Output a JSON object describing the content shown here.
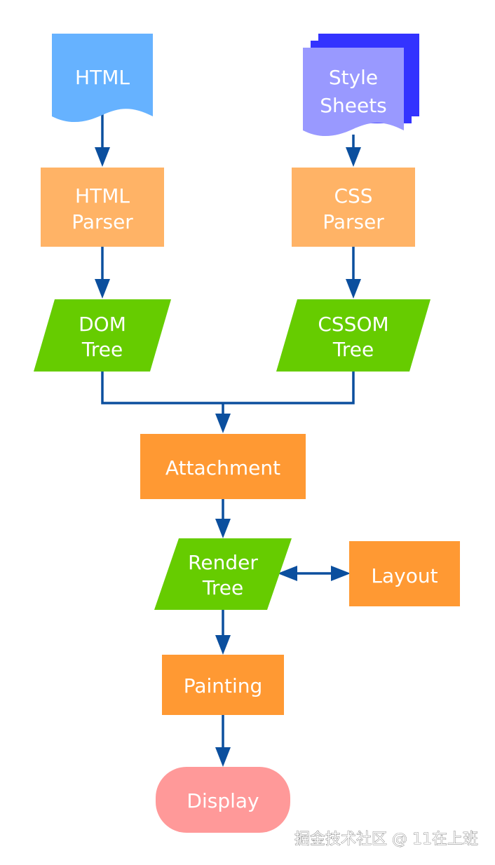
{
  "colors": {
    "document": "#66b2ff",
    "stylesheet_front": "#9999ff",
    "stylesheet_back": "#3333ff",
    "parser": "#ffb366",
    "tree": "#66cc00",
    "process": "#ff9933",
    "terminal": "#ff9999",
    "edge": "#0b4f9e",
    "text": "#ffffff"
  },
  "nodes": {
    "html_doc": {
      "lines": [
        "HTML"
      ]
    },
    "style_sheets": {
      "lines": [
        "Style",
        "Sheets"
      ]
    },
    "html_parser": {
      "lines": [
        "HTML",
        "Parser"
      ]
    },
    "css_parser": {
      "lines": [
        "CSS",
        "Parser"
      ]
    },
    "dom_tree": {
      "lines": [
        "DOM",
        "Tree"
      ]
    },
    "cssom_tree": {
      "lines": [
        "CSSOM",
        "Tree"
      ]
    },
    "attachment": {
      "lines": [
        "Attachment"
      ]
    },
    "render_tree": {
      "lines": [
        "Render",
        "Tree"
      ]
    },
    "layout": {
      "lines": [
        "Layout"
      ]
    },
    "painting": {
      "lines": [
        "Painting"
      ]
    },
    "display": {
      "lines": [
        "Display"
      ]
    }
  },
  "edges": [
    {
      "from": "html_doc",
      "to": "html_parser"
    },
    {
      "from": "style_sheets",
      "to": "css_parser"
    },
    {
      "from": "html_parser",
      "to": "dom_tree"
    },
    {
      "from": "css_parser",
      "to": "cssom_tree"
    },
    {
      "from": "dom_tree",
      "to": "attachment"
    },
    {
      "from": "cssom_tree",
      "to": "attachment"
    },
    {
      "from": "attachment",
      "to": "render_tree"
    },
    {
      "from": "render_tree",
      "to": "layout",
      "bidirectional": true
    },
    {
      "from": "render_tree",
      "to": "painting"
    },
    {
      "from": "painting",
      "to": "display"
    }
  ],
  "watermark": "掘金技术社区 @ 11在上班"
}
